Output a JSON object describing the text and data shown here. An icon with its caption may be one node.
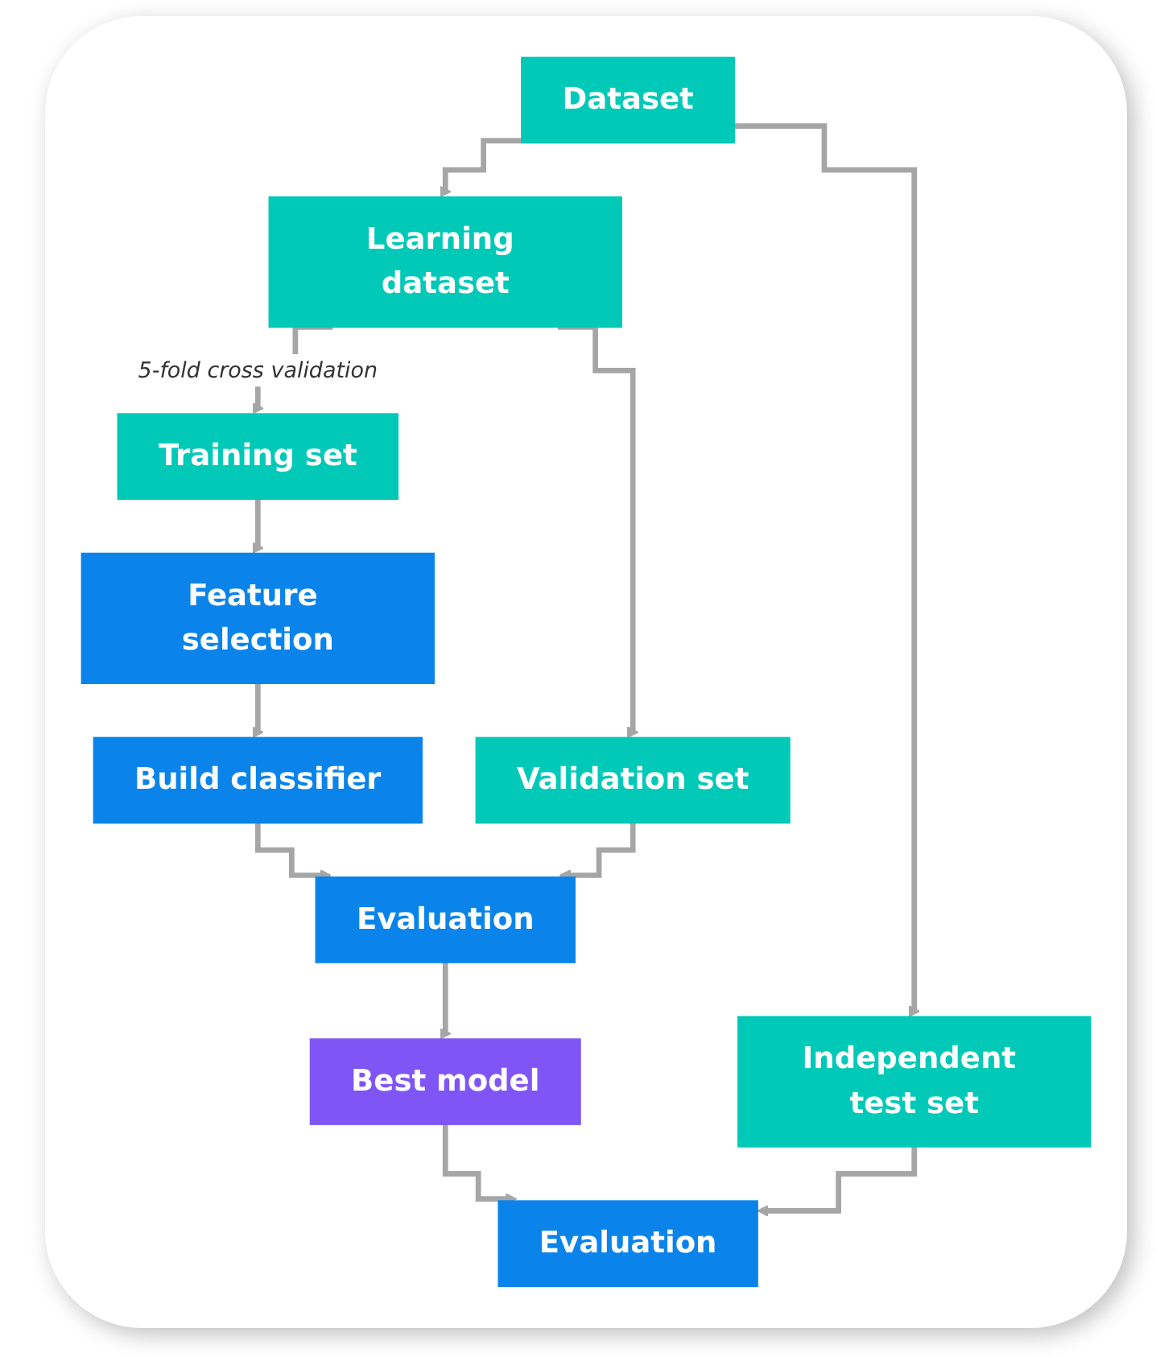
{
  "diagram": {
    "nodes": [
      {
        "text": [
          "Dataset"
        ]
      },
      {
        "text": [
          "Learning dataset"
        ]
      },
      {
        "text": [
          "Independent test set"
        ]
      },
      {
        "text": [
          "Training set"
        ]
      },
      {
        "text": [
          "Validation set"
        ]
      },
      {
        "text": [
          "Feature selection"
        ]
      },
      {
        "text": [
          "Build classifier"
        ]
      },
      {
        "text": [
          "Evaluation"
        ]
      },
      {
        "text": [
          "Best model"
        ]
      },
      {
        "text": [
          "Evaluation"
        ]
      }
    ],
    "edges": [
      {
        "from": 0,
        "to": 1,
        "arrow": "to"
      },
      {
        "from": 0,
        "to": 2,
        "arrow": "to"
      },
      {
        "from": 1,
        "to": 3,
        "arrow": "to",
        "label": "5-fold cross validation"
      },
      {
        "from": 1,
        "to": 4,
        "arrow": "to"
      },
      {
        "from": 3,
        "to": 5,
        "arrow": "to"
      },
      {
        "from": 5,
        "to": 6,
        "arrow": "to"
      },
      {
        "from": 6,
        "to": 7,
        "arrow": "to"
      },
      {
        "from": 4,
        "to": 7,
        "arrow": "to"
      },
      {
        "from": 7,
        "to": 8,
        "arrow": "to"
      },
      {
        "from": 8,
        "to": 9,
        "arrow": "to"
      },
      {
        "from": 2,
        "to": 9,
        "arrow": "to"
      }
    ]
  }
}
